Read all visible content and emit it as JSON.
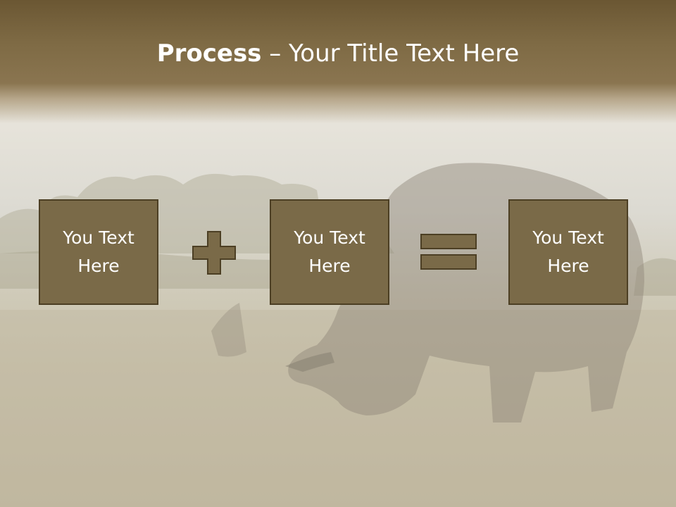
{
  "slide": {
    "title_bold": "Process",
    "title_rest": " – Your Title Text Here"
  },
  "process": {
    "boxes": [
      {
        "text": "You Text Here"
      },
      {
        "text": "You Text Here"
      },
      {
        "text": "You Text Here"
      }
    ],
    "operators": [
      "plus-icon",
      "equals-icon"
    ]
  },
  "colors": {
    "header": "#7e6a44",
    "box_fill": "#7a6a48",
    "box_border": "#4c3f24",
    "text": "#ffffff"
  }
}
